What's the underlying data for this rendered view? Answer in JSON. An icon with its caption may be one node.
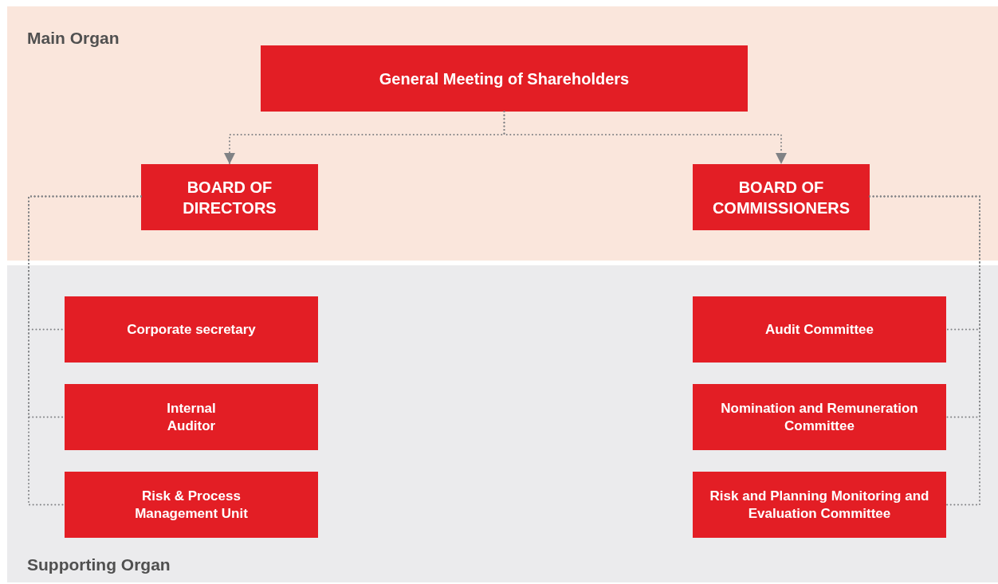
{
  "diagram": {
    "nodes": [
      {
        "text": [
          "Main Organ"
        ]
      },
      {
        "text": [
          "General Meeting of Shareholders"
        ],
        "in": 0
      },
      {
        "text": [
          "BOARD OF DIRECTORS"
        ],
        "in": 0
      },
      {
        "text": [
          "BOARD OF COMMISSIONERS"
        ],
        "in": 0
      },
      {
        "text": [
          "Supporting Organ"
        ]
      },
      {
        "text": [
          "Corporate secretary"
        ],
        "in": 4
      },
      {
        "text": [
          "Internal Auditor"
        ],
        "in": 4
      },
      {
        "text": [
          "Risk & Process Management Unit"
        ],
        "in": 4
      },
      {
        "text": [
          "Audit Committee"
        ],
        "in": 4
      },
      {
        "text": [
          "Nomination and Remuneration Committee"
        ],
        "in": 4
      },
      {
        "text": [
          "Risk and Planning Monitoring and Evaluation Committee"
        ],
        "in": 4
      }
    ],
    "edges": [
      {
        "from": 1,
        "to": 2,
        "arrow": "to"
      },
      {
        "from": 1,
        "to": 3,
        "arrow": "to"
      },
      {
        "from": 2,
        "to": 5,
        "arrow": "none"
      },
      {
        "from": 2,
        "to": 6,
        "arrow": "none"
      },
      {
        "from": 2,
        "to": 7,
        "arrow": "none"
      },
      {
        "from": 3,
        "to": 8,
        "arrow": "none"
      },
      {
        "from": 3,
        "to": 9,
        "arrow": "none"
      },
      {
        "from": 3,
        "to": 10,
        "arrow": "none"
      }
    ]
  }
}
